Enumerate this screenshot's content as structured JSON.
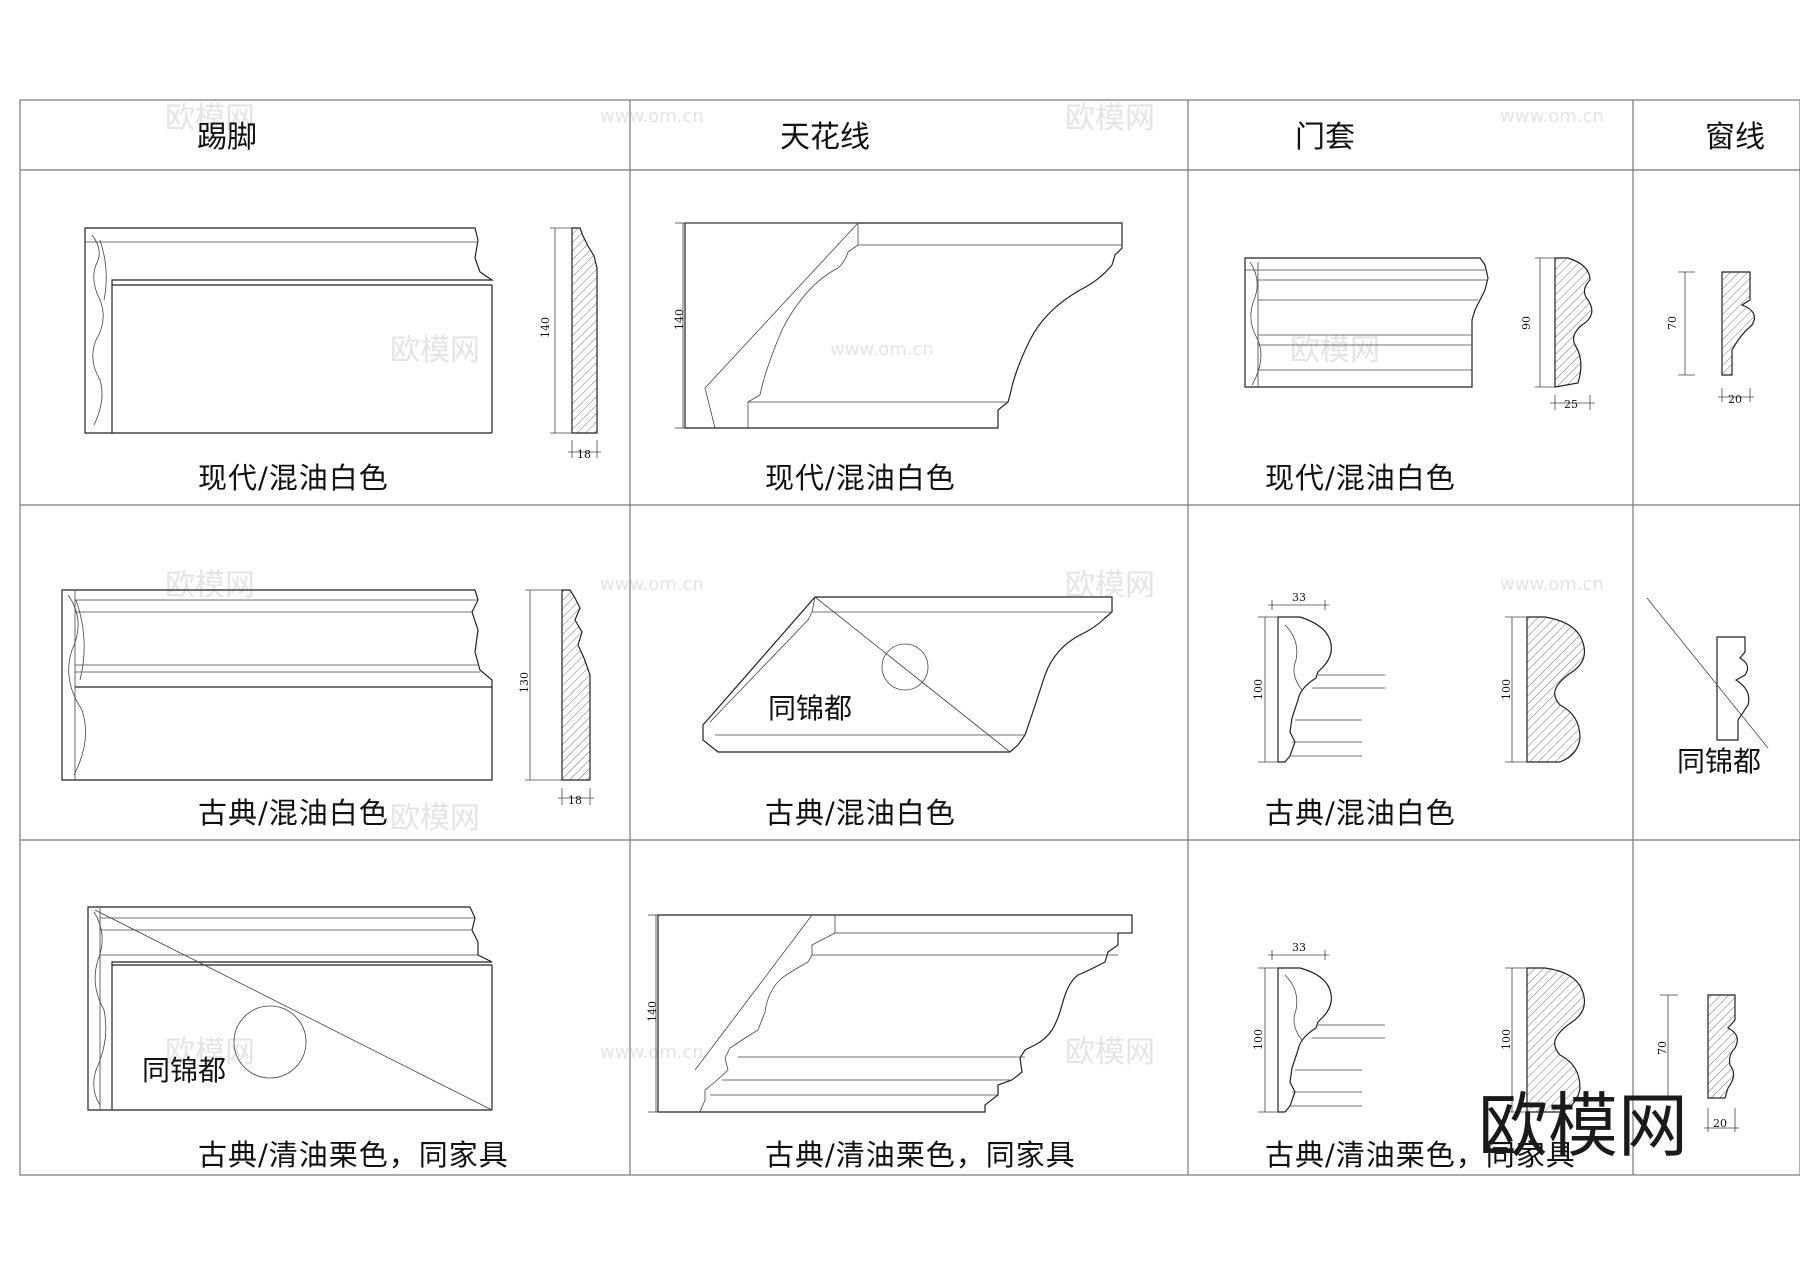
{
  "headers": [
    "踢脚",
    "天花线",
    "门套",
    "窗线"
  ],
  "captions": {
    "row1": [
      "现代/混油白色",
      "现代/混油白色",
      "现代/混油白色"
    ],
    "row2": [
      "古典/混油白色",
      "古典/混油白色",
      "古典/混油白色"
    ],
    "row3": [
      "古典/清油栗色，同家具",
      "古典/清油栗色，同家具",
      "古典/清油栗色，同家具"
    ]
  },
  "notes": {
    "same_as_jindu": "同锦都"
  },
  "dimensions": {
    "skirting_modern_h": "140",
    "skirting_modern_w": "18",
    "skirting_classic_h": "130",
    "skirting_classic_w": "18",
    "ceiling_modern_h": "140",
    "ceiling_classic3_h": "140",
    "door_modern_h": "90",
    "door_modern_w": "25",
    "door_classic_h": "100",
    "door_classic_w": "33",
    "door_classic_profile_h": "100",
    "window_modern_h": "70",
    "window_modern_w": "20",
    "window_classic3_h": "70",
    "window_classic3_w": "20"
  },
  "watermark": {
    "text": "欧模网",
    "url_text": "www.om.cn"
  }
}
